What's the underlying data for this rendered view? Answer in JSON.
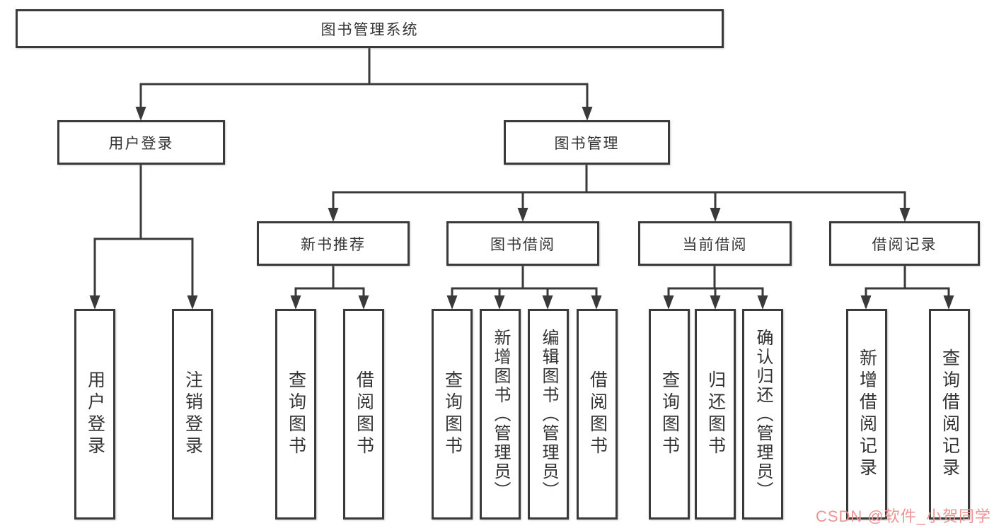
{
  "diagram": {
    "root": "图书管理系统",
    "branches": [
      {
        "label": "用户登录",
        "children": [
          "用户登录",
          "注销登录"
        ]
      },
      {
        "label": "图书管理",
        "sections": [
          {
            "label": "新书推荐",
            "children": [
              "查询图书",
              "借阅图书"
            ]
          },
          {
            "label": "图书借阅",
            "children": [
              "查询图书",
              "新增图书（管理员）",
              "编辑图书（管理员）",
              "借阅图书"
            ]
          },
          {
            "label": "当前借阅",
            "children": [
              "查询图书",
              "归还图书",
              "确认归还（管理员）"
            ]
          },
          {
            "label": "借阅记录",
            "children": [
              "新增借阅记录",
              "查询借阅记录"
            ]
          }
        ]
      }
    ]
  },
  "watermark": {
    "text": "CSDN @软件_小贺同学"
  },
  "colors": {
    "line": "#3a3a3a",
    "text": "#333333",
    "background": "#ffffff",
    "watermark": "#ec9494"
  }
}
